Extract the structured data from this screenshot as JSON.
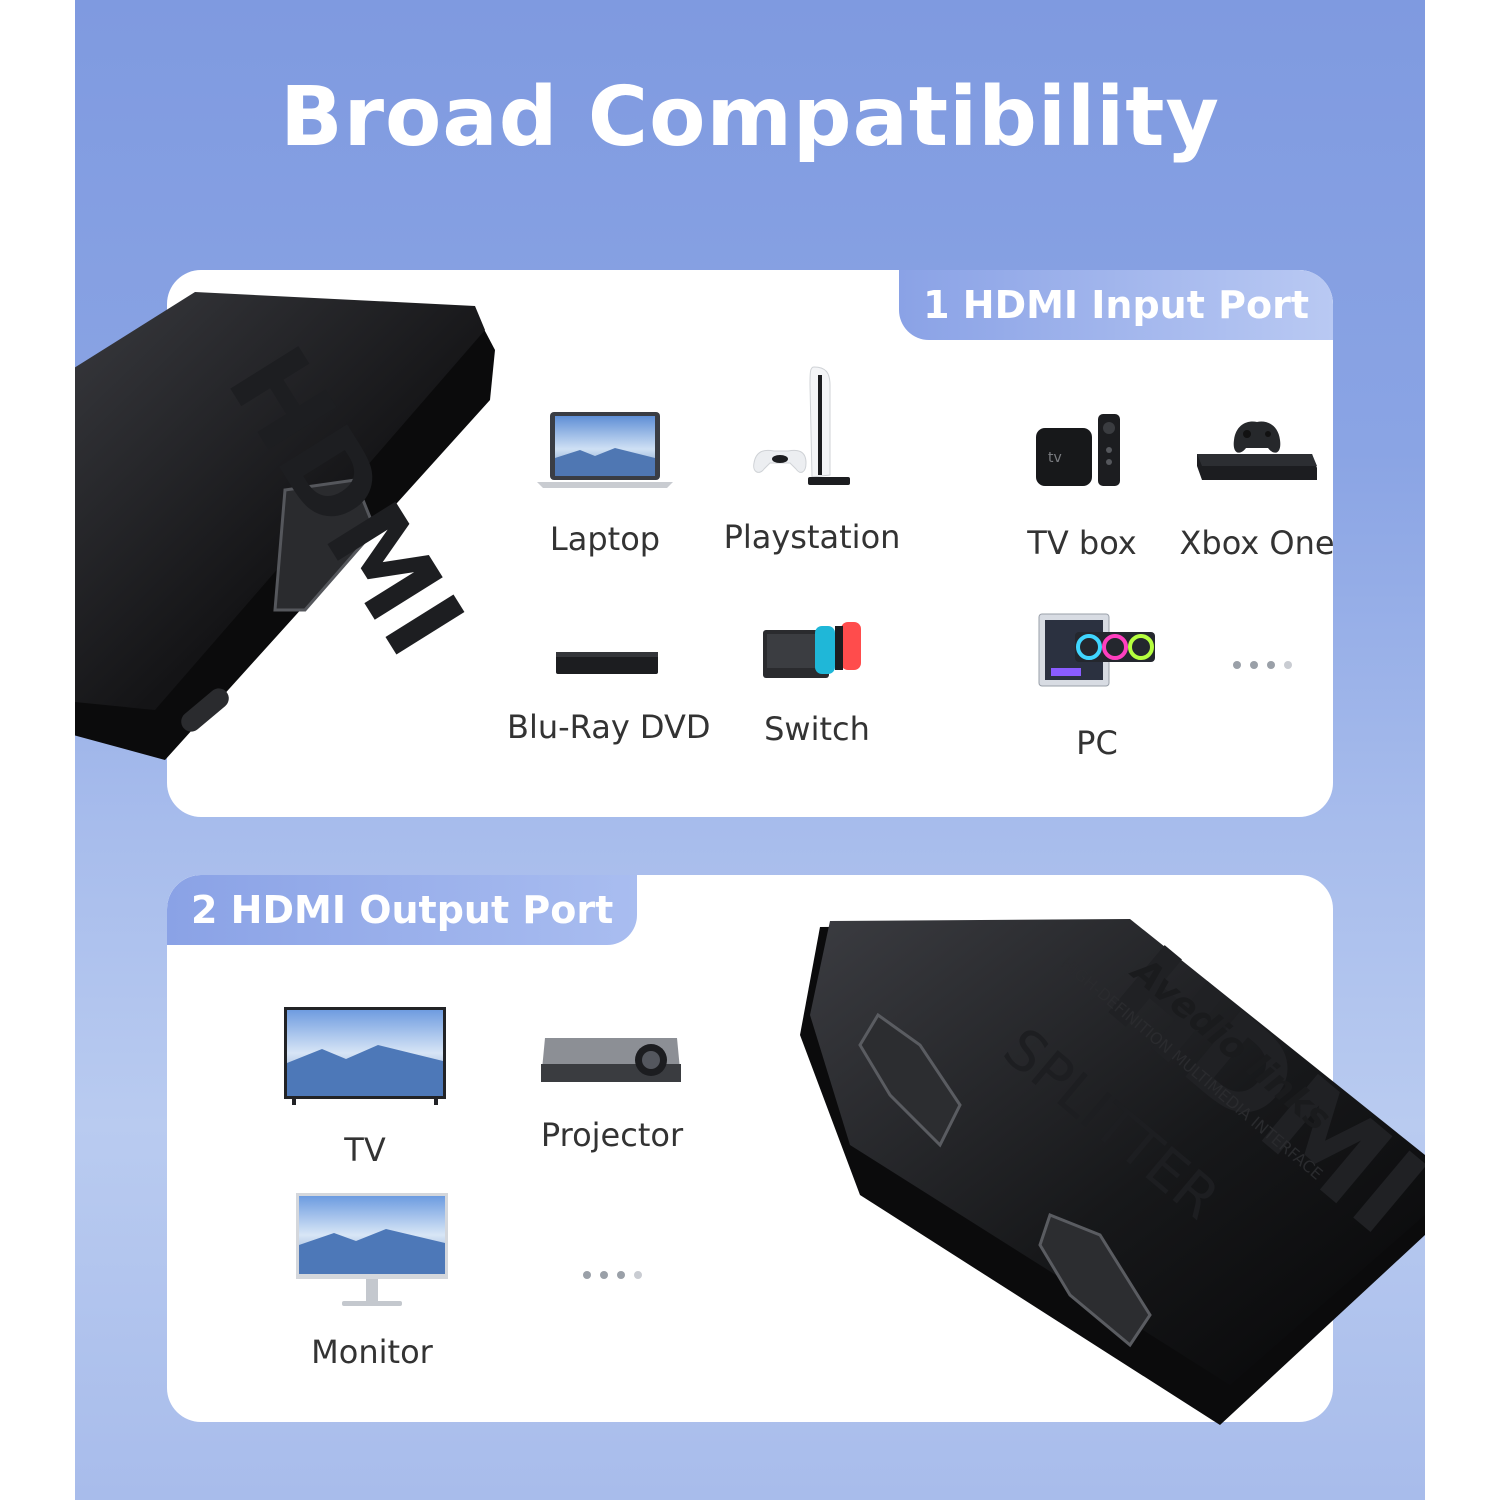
{
  "title": "Broad Compatibility",
  "input_panel": {
    "tab_label": "1 HDMI Input Port",
    "devices": [
      {
        "label": "Laptop",
        "icon": "laptop-icon"
      },
      {
        "label": "Playstation",
        "icon": "playstation-icon"
      },
      {
        "label": "TV box",
        "icon": "tv-box-icon"
      },
      {
        "label": "Xbox One",
        "icon": "xbox-icon"
      },
      {
        "label": "Blu-Ray DVD",
        "icon": "bluray-player-icon"
      },
      {
        "label": "Switch",
        "icon": "nintendo-switch-icon"
      },
      {
        "label": "PC",
        "icon": "pc-icon"
      }
    ],
    "tv_box_text": "tv"
  },
  "output_panel": {
    "tab_label": "2 HDMI Output Port",
    "devices": [
      {
        "label": "TV",
        "icon": "tv-icon"
      },
      {
        "label": "Projector",
        "icon": "projector-icon"
      },
      {
        "label": "Monitor",
        "icon": "monitor-icon"
      }
    ]
  },
  "product": {
    "brand": "Avedio links",
    "logo": "HDMI",
    "name": "SPLITTER",
    "tagline": "HIGH-DEFINITION MULTIMEDIA INTERFACE"
  },
  "colors": {
    "background": "#8aa4e4",
    "tab": "#8aa2e6",
    "card": "#ffffff",
    "device": "#1b1b1d"
  }
}
